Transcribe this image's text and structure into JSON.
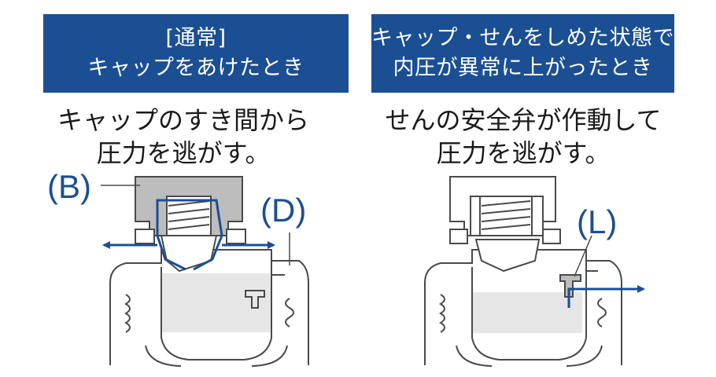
{
  "left_panel": {
    "header": [
      "[通常]",
      "キャップをあけたとき"
    ],
    "caption": [
      "キャップのすき間から",
      "圧力を逃がす。"
    ],
    "labels": {
      "b": "(B)",
      "d": "(D)"
    }
  },
  "right_panel": {
    "header": [
      "キャップ・せんをしめた状態で",
      "内圧が異常に上がったとき"
    ],
    "caption": [
      "せんの安全弁が作動して",
      "圧力を逃がす。"
    ],
    "labels": {
      "l": "(L)"
    }
  },
  "colors": {
    "banner": "#1b4f93",
    "arrow": "#1b4f93",
    "cap_fill": "#bdbdbd",
    "liquid_fill": "#e6e6e6",
    "outline": "#4a4a4a"
  }
}
